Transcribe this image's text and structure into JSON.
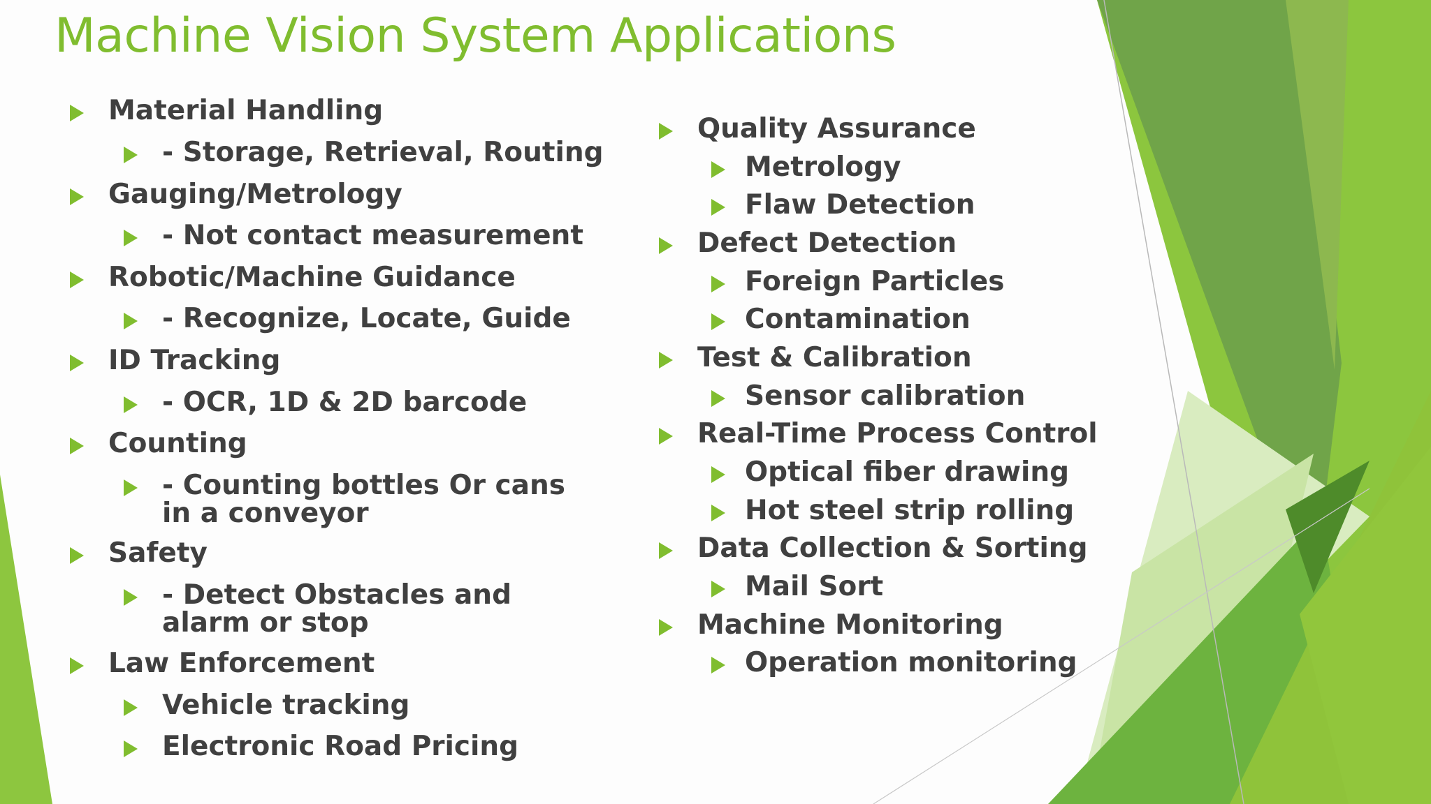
{
  "slide": {
    "title": "Machine Vision System Applications",
    "colors": {
      "title": "#80bd2f",
      "text": "#404040",
      "bullet": "#80bd2f",
      "accent_light": "#8dc63f",
      "accent_dark": "#4e8b2a"
    },
    "bullet_icon": "triangle-right-icon",
    "left_column": [
      {
        "label": "Material Handling"
      },
      {
        "label": "- Storage, Retrieval, Routing"
      },
      {
        "label": "Gauging/Metrology"
      },
      {
        "label": "- Not contact measurement"
      },
      {
        "label": "Robotic/Machine Guidance"
      },
      {
        "label": "- Recognize, Locate, Guide"
      },
      {
        "label": "ID Tracking"
      },
      {
        "label": "- OCR, 1D & 2D barcode"
      },
      {
        "label": "Counting"
      },
      {
        "label": "- Counting bottles Or cans in a conveyor"
      },
      {
        "label": "Safety"
      },
      {
        "label": "- Detect Obstacles and alarm or stop"
      },
      {
        "label": "Law Enforcement"
      },
      {
        "label": "Vehicle tracking"
      },
      {
        "label": "Electronic Road Pricing"
      }
    ],
    "right_column": [
      {
        "label": "Quality Assurance"
      },
      {
        "label": "Metrology"
      },
      {
        "label": "Flaw Detection"
      },
      {
        "label": "Defect Detection"
      },
      {
        "label": "Foreign Particles"
      },
      {
        "label": "Contamination"
      },
      {
        "label": "Test & Calibration"
      },
      {
        "label": "Sensor calibration"
      },
      {
        "label": "Real-Time Process Control"
      },
      {
        "label": "Optical fiber drawing"
      },
      {
        "label": "Hot steel strip rolling"
      },
      {
        "label": "Data Collection & Sorting"
      },
      {
        "label": "Mail Sort"
      },
      {
        "label": "Machine Monitoring"
      },
      {
        "label": "Operation monitoring"
      }
    ]
  }
}
